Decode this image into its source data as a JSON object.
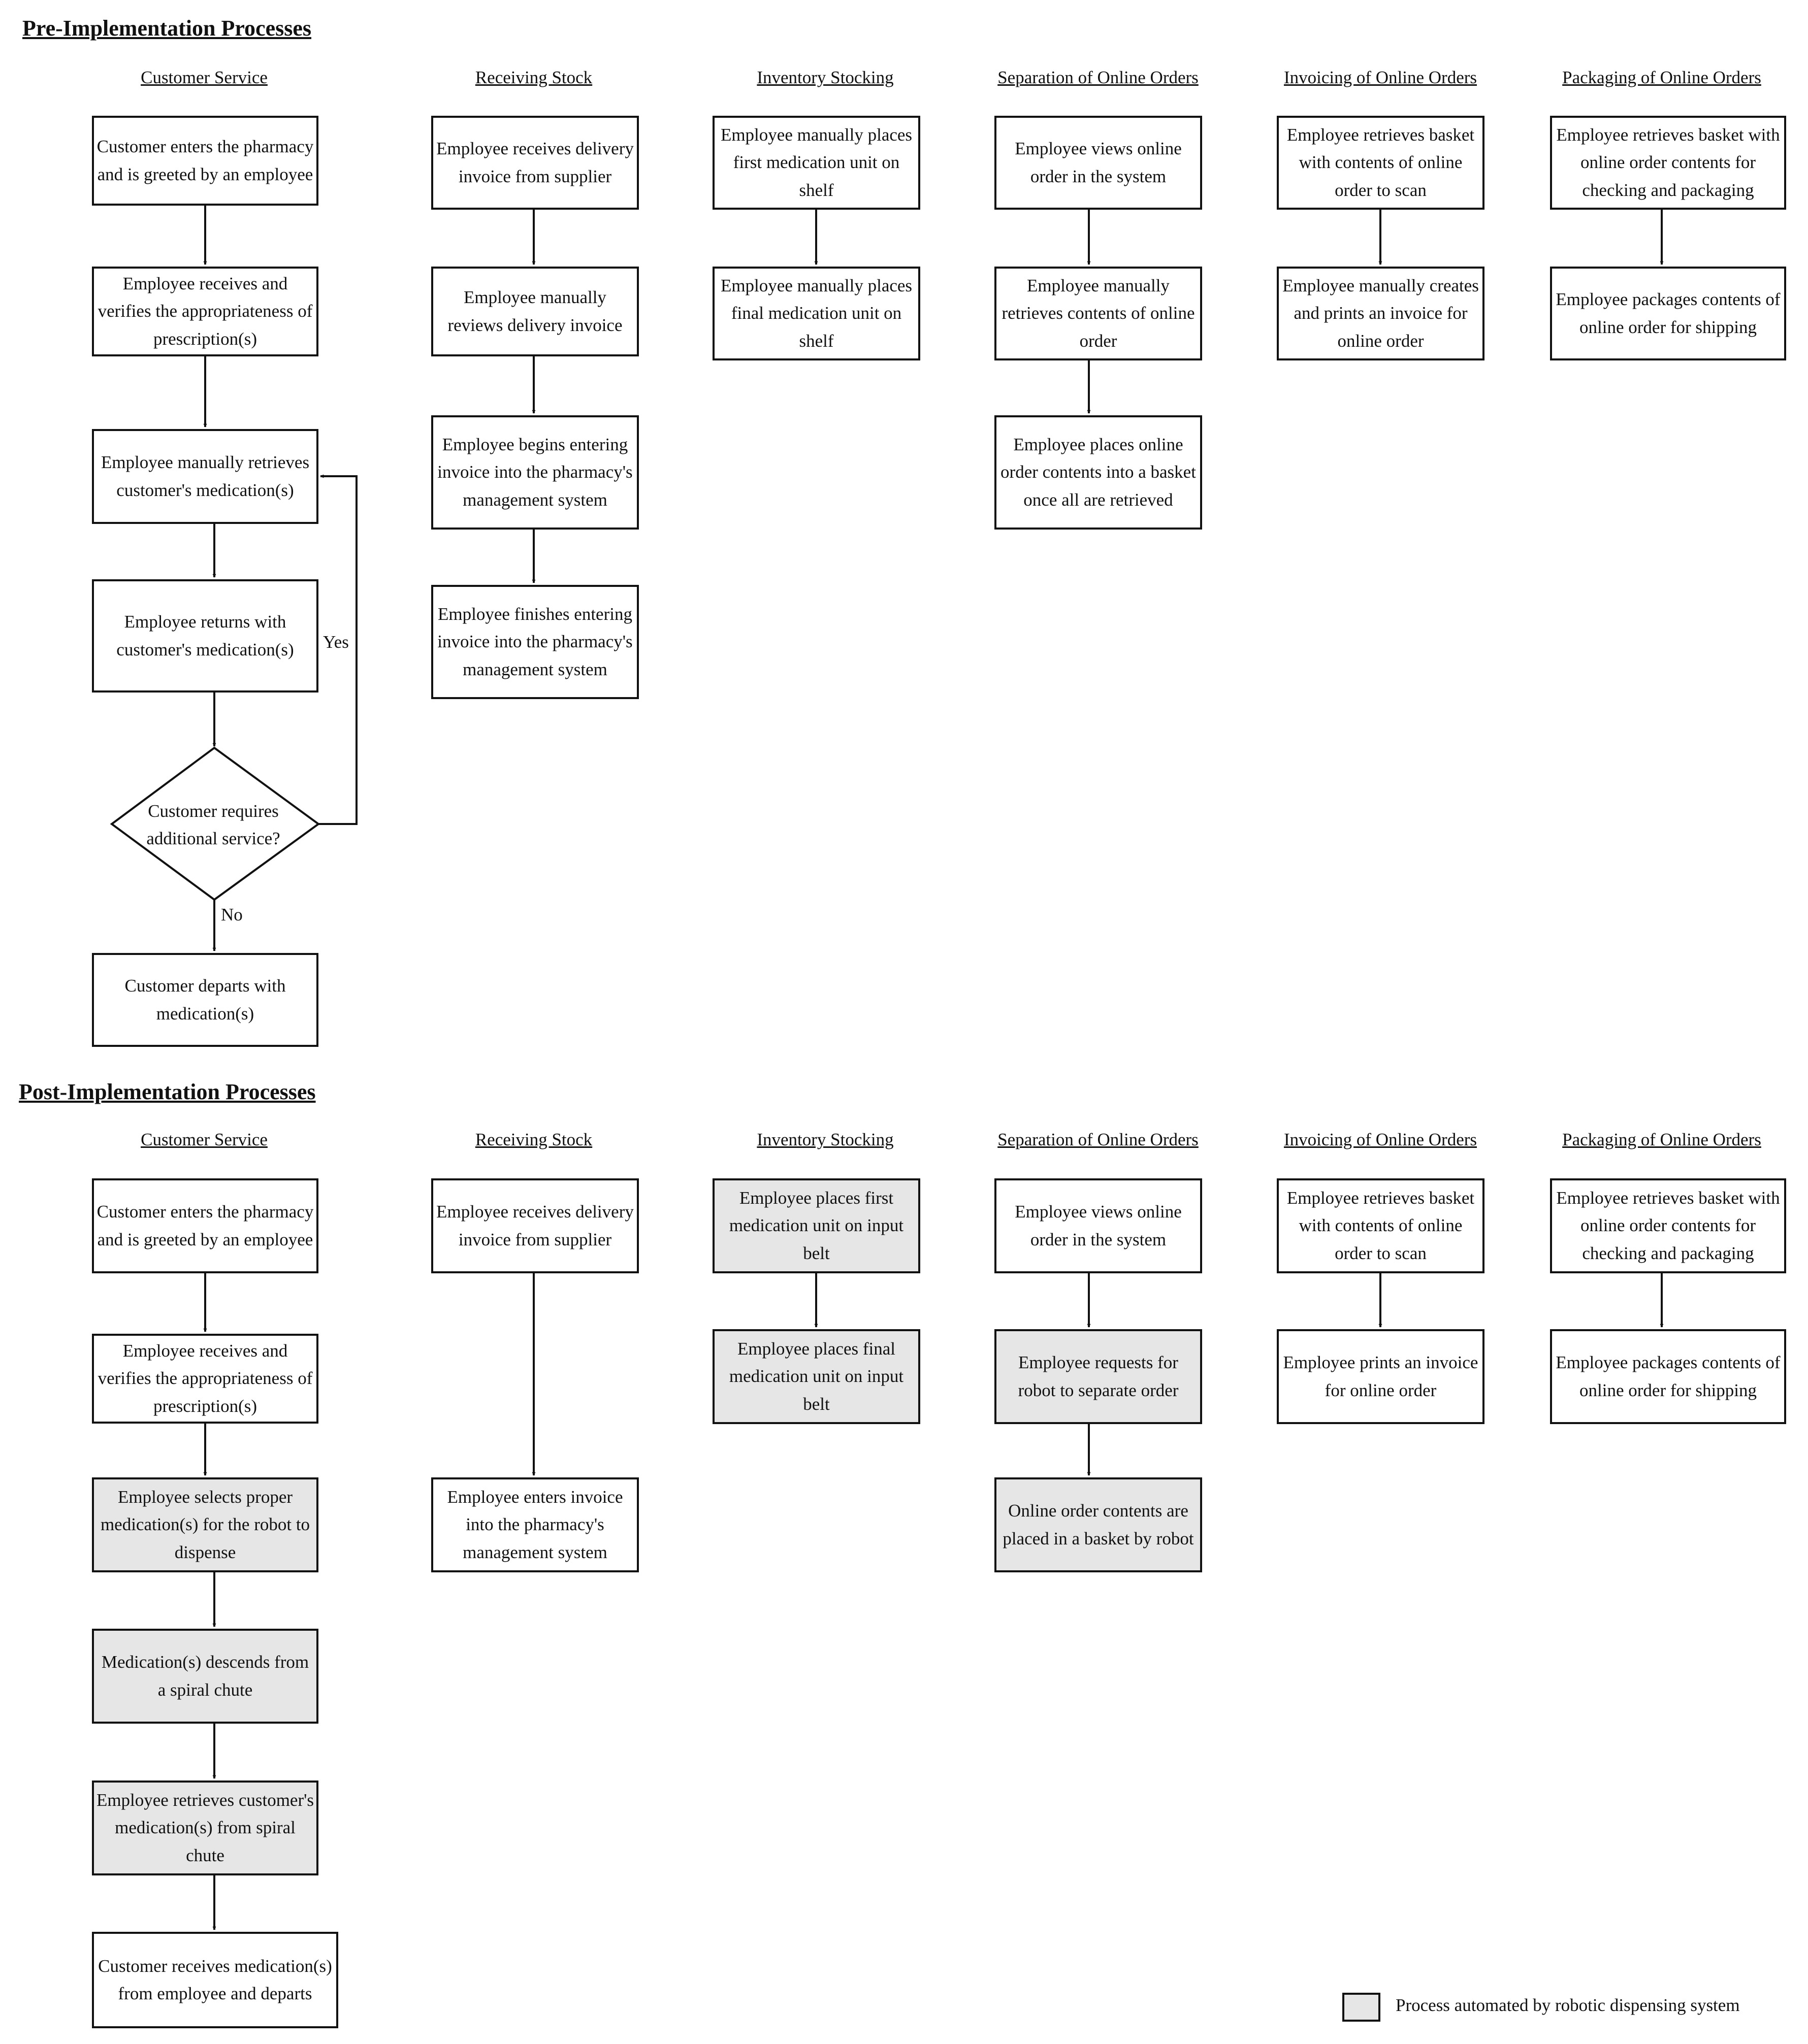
{
  "pre": {
    "title": "Pre-Implementation Processes",
    "columns": [
      {
        "title": "Customer Service",
        "steps": [
          "Customer enters the pharmacy and is greeted by an employee",
          "Employee receives and verifies the appropriateness of  prescription(s)",
          "Employee manually retrieves customer's medication(s)",
          "Employee returns with customer's medication(s)",
          "Customer requires additional service?",
          "Customer departs with medication(s)"
        ]
      },
      {
        "title": "Receiving Stock",
        "steps": [
          "Employee receives delivery invoice from supplier",
          "Employee manually reviews delivery invoice",
          "Employee begins entering invoice into the pharmacy's management system",
          "Employee finishes entering invoice into the pharmacy's management system"
        ]
      },
      {
        "title": "Inventory Stocking",
        "steps": [
          "Employee manually places first medication unit on shelf",
          "Employee manually places final medication unit on shelf"
        ]
      },
      {
        "title": "Separation of Online Orders",
        "steps": [
          "Employee views online order in the system",
          "Employee manually retrieves contents of online order",
          "Employee places online order contents into a basket once all are retrieved"
        ]
      },
      {
        "title": "Invoicing of Online Orders",
        "steps": [
          "Employee retrieves basket with contents of online order to scan",
          "Employee manually creates and prints an invoice for online order"
        ]
      },
      {
        "title": "Packaging of Online Orders",
        "steps": [
          "Employee retrieves basket with online order contents for checking and packaging",
          "Employee packages contents of online order for shipping"
        ]
      }
    ],
    "decision_yes": "Yes",
    "decision_no": "No"
  },
  "post": {
    "title": "Post-Implementation Processes",
    "columns": [
      {
        "title": "Customer Service",
        "steps": [
          "Customer enters the pharmacy and is greeted by an employee",
          "Employee receives and verifies the appropriateness of  prescription(s)",
          "Employee selects proper medication(s) for the robot to dispense",
          "Medication(s) descends from a spiral chute",
          "Employee retrieves customer's medication(s) from spiral chute",
          "Customer receives medication(s) from employee and departs"
        ],
        "automated": [
          false,
          false,
          true,
          true,
          true,
          false
        ]
      },
      {
        "title": "Receiving Stock",
        "steps": [
          "Employee receives delivery invoice from supplier",
          "Employee enters invoice into the pharmacy's management system"
        ],
        "automated": [
          false,
          false
        ]
      },
      {
        "title": "Inventory Stocking",
        "steps": [
          "Employee places first medication unit on input belt",
          "Employee places final medication unit on input belt"
        ],
        "automated": [
          true,
          true
        ]
      },
      {
        "title": "Separation of Online Orders",
        "steps": [
          "Employee views online order in the system",
          "Employee requests for robot to separate order",
          "Online order contents are placed in a basket by robot"
        ],
        "automated": [
          false,
          true,
          true
        ]
      },
      {
        "title": "Invoicing of Online Orders",
        "steps": [
          "Employee retrieves basket with contents of online order to scan",
          "Employee prints an invoice for online order"
        ],
        "automated": [
          false,
          false
        ]
      },
      {
        "title": "Packaging of Online Orders",
        "steps": [
          "Employee retrieves basket with online order contents for checking and packaging",
          "Employee packages contents of online order for shipping"
        ],
        "automated": [
          false,
          false
        ]
      }
    ]
  },
  "legend": {
    "label": "Process automated by robotic dispensing system",
    "color": "#e6e6e6"
  }
}
